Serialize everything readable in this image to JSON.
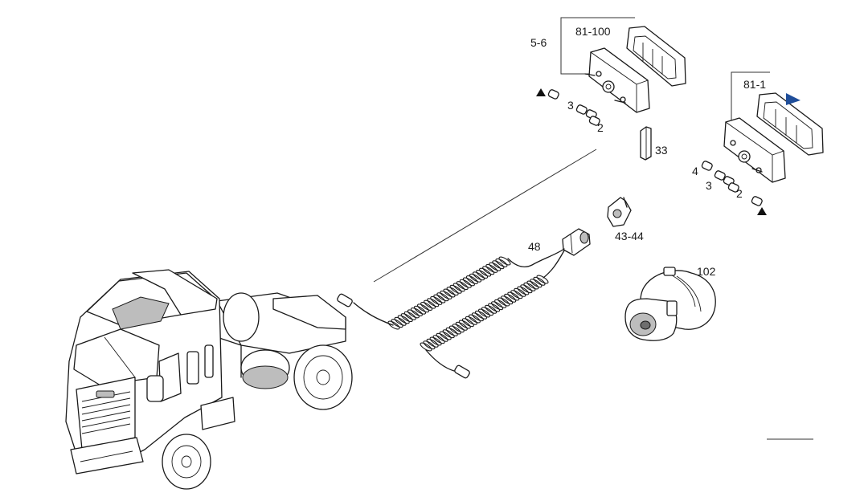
{
  "callouts": {
    "lamp_left_cover": "81-100",
    "lamp_left": "5-6",
    "lamp_right_cover": "81-1",
    "bulb_3a": "3",
    "bulb_2a": "2",
    "socket_33": "33",
    "bulb_4": "4",
    "bulb_3b": "3",
    "bulb_2b": "2",
    "bracket": "43-44",
    "cable": "48",
    "connector": "102"
  },
  "colors": {
    "line": "#1a1a1a",
    "flag": "#1f4e9a"
  },
  "icons": {
    "marker_left": "triangle-up",
    "marker_right": "triangle-up",
    "flag": "triangle-right"
  }
}
